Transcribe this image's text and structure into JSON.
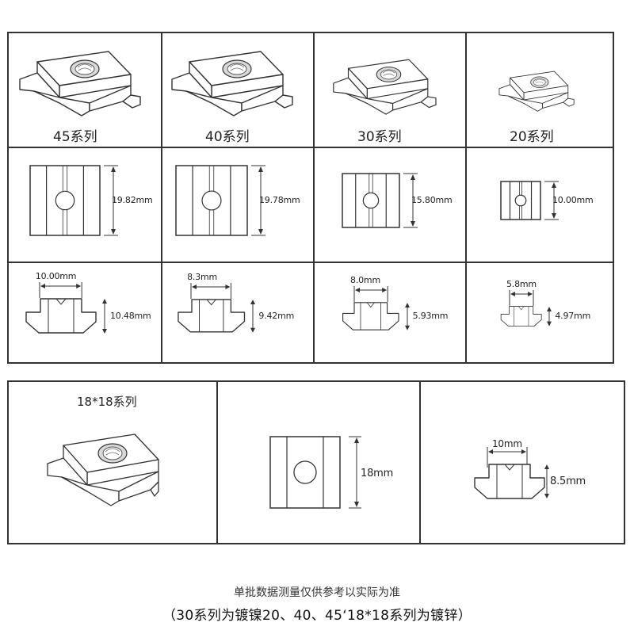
{
  "series_row": [
    {
      "label": "45系列"
    },
    {
      "label": "40系列"
    },
    {
      "label": "30系列"
    },
    {
      "label": "20系列"
    }
  ],
  "top_view": [
    {
      "height": "19.82mm"
    },
    {
      "height": "19.78mm"
    },
    {
      "height": "15.80mm"
    },
    {
      "height": "10.00mm"
    }
  ],
  "side_view": [
    {
      "width": "10.00mm",
      "height": "10.48mm"
    },
    {
      "width": "8.3mm",
      "height": "9.42mm"
    },
    {
      "width": "8.0mm",
      "height": "5.93mm"
    },
    {
      "width": "5.8mm",
      "height": "4.97mm"
    }
  ],
  "series_18": {
    "label": "18*18系列",
    "height": "18mm",
    "width": "10mm",
    "side_height": "8.5mm"
  },
  "notes": {
    "line1": "单批数据测量仅供参考以实际为准",
    "line2": "（30系列为镀镍20、40、45‘18*18系列为镀锌）"
  },
  "colors": {
    "line": "#333333",
    "fill": "#ffffff",
    "shade": "#d9d9d9"
  }
}
